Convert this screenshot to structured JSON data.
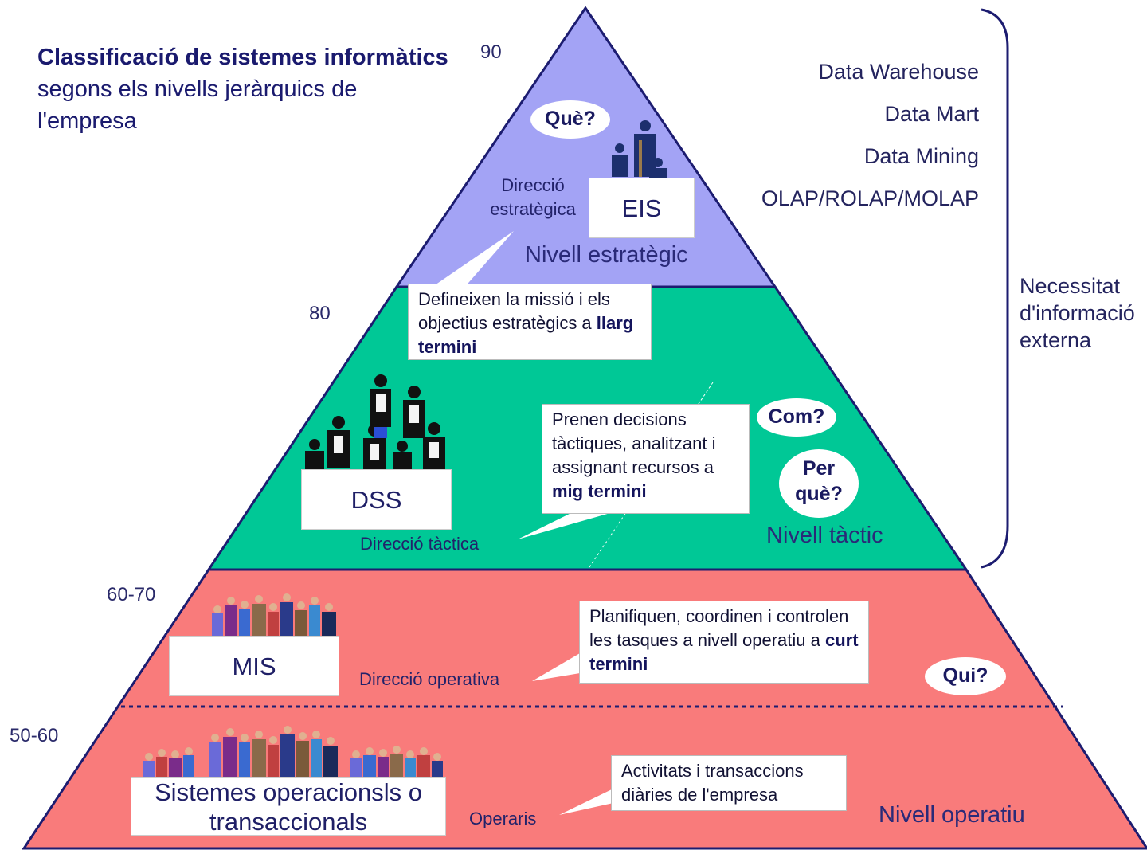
{
  "title": {
    "bold": "Classificació de sistemes informàtics",
    "rest": " segons els nivells jeràrquics de l'empresa"
  },
  "levels": {
    "strategic": {
      "number": "90",
      "system": "EIS",
      "direction": "Direcció estratègica",
      "name": "Nivell estratègic",
      "question": "Què?",
      "callout": {
        "text": "Defineixen la missió i els objectius estratègics a ",
        "bold": "llarg termini"
      },
      "color": "#a3a3f5"
    },
    "tactical": {
      "number": "80",
      "system": "DSS",
      "direction": "Direcció tàctica",
      "name": "Nivell tàctic",
      "questions": [
        "Com?",
        "Per què?"
      ],
      "callout": {
        "text": "Prenen decisions tàctiques, analitzant i assignant recursos a ",
        "bold": "mig termini"
      },
      "color": "#00c896"
    },
    "operative": {
      "number": "60-70",
      "system": "MIS",
      "direction": "Direcció operativa",
      "question": "Qui?",
      "callout": {
        "text": "Planifiquen, coordinen i controlen les tasques a nivell operatiu a ",
        "bold": "curt termini"
      },
      "color": "#f97b7b"
    },
    "operational": {
      "number": "50-60",
      "system": "Sistemes operacionsls o transaccionals",
      "direction": "Operaris",
      "name": "Nivell operatiu",
      "callout": {
        "text": "Activitats i transaccions diàries de l'empresa",
        "bold": ""
      },
      "color": "#f97b7b"
    }
  },
  "external": {
    "tools": [
      "Data Warehouse",
      "Data Mart",
      "Data Mining",
      "OLAP/ROLAP/MOLAP"
    ],
    "label": "Necessitat d'informació externa"
  },
  "icons": {
    "strategic_people": "executives-group-icon",
    "tactical_people": "managers-group-icon",
    "operative_people": "staff-group-icon",
    "operational_people": "workers-crowd-icon"
  }
}
